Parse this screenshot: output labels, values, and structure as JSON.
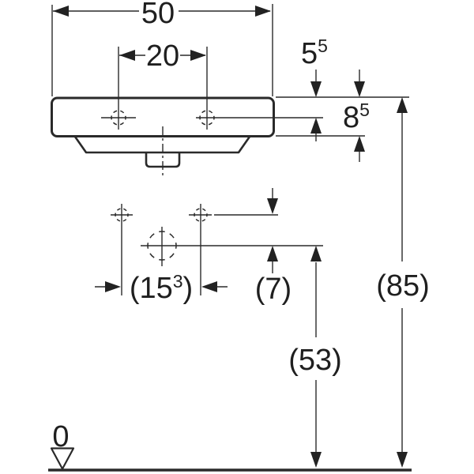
{
  "drawing": {
    "kind": "washbasin-dimension-drawing",
    "labels": {
      "overall_width": "50",
      "taphole_spacing": "20",
      "taphole_setback": {
        "base": "5",
        "sup": "5"
      },
      "apron_height": {
        "base": "8",
        "sup": "5"
      },
      "fixing_spacing": {
        "pre": "(15",
        "sup": "3",
        "post": ")"
      },
      "outlet_drop": "(7)",
      "rim_height_from_floor": "(85)",
      "outlet_height_from_floor": "(53)",
      "datum": "0"
    },
    "colors": {
      "line": "#2a2a2a",
      "text": "#1f1f1f",
      "background": "#ffffff"
    }
  }
}
